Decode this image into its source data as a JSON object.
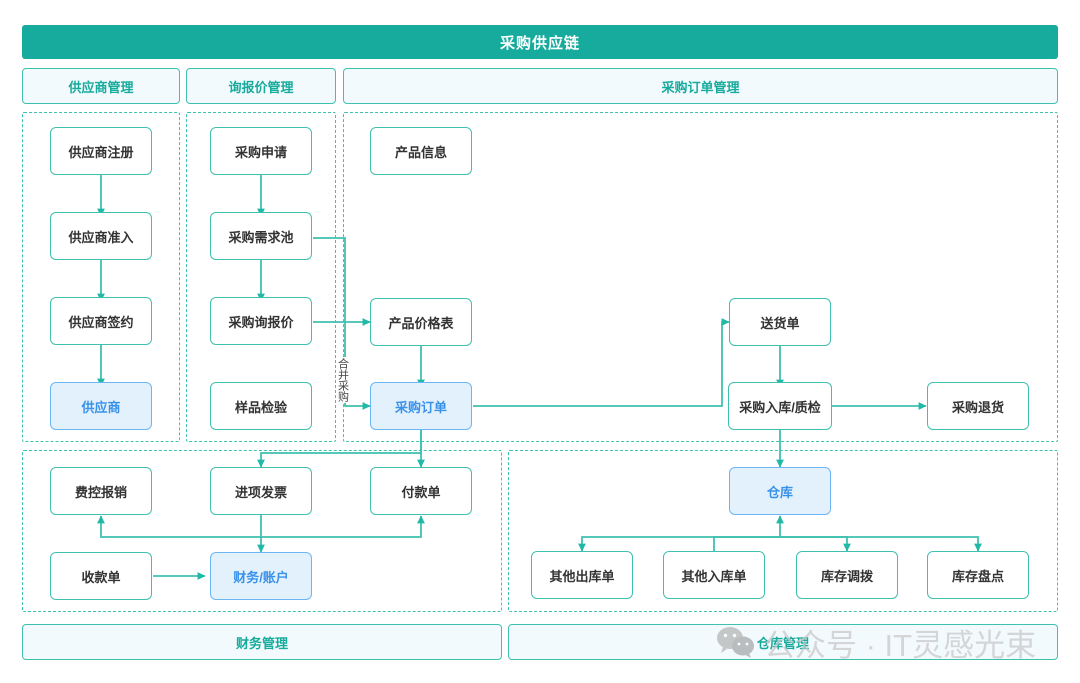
{
  "title": "采购供应链",
  "sections": [
    {
      "id": "supplier",
      "label": "供应商管理"
    },
    {
      "id": "rfq",
      "label": "询报价管理"
    },
    {
      "id": "po",
      "label": "采购订单管理"
    },
    {
      "id": "finance",
      "label": "财务管理"
    },
    {
      "id": "warehouse",
      "label": "仓库管理"
    }
  ],
  "nodes": {
    "supplier_register": "供应商注册",
    "supplier_access": "供应商准入",
    "supplier_contract": "供应商签约",
    "supplier": "供应商",
    "purchase_request": "采购申请",
    "demand_pool": "采购需求池",
    "inquiry_quote": "采购询报价",
    "sample_check": "样品检验",
    "product_info": "产品信息",
    "price_list": "产品价格表",
    "purchase_order": "采购订单",
    "delivery_note": "送货单",
    "inbound_qc": "采购入库/质检",
    "purchase_return": "采购退货",
    "expense_claim": "费控报销",
    "input_invoice": "进项发票",
    "payment_order": "付款单",
    "receipt_order": "收款单",
    "finance_account": "财务/账户",
    "warehouse": "仓库",
    "other_outbound": "其他出库单",
    "other_inbound": "其他入库单",
    "stock_transfer": "库存调拨",
    "stock_count": "库存盘点"
  },
  "edge_labels": {
    "merge_purchase": "合并采购"
  },
  "watermark": {
    "text": "公众号 · IT灵感光束",
    "icon": "wechat-icon"
  },
  "colors": {
    "brand_teal": "#16ab9c",
    "line_teal": "#3fc1b0",
    "header_fill": "#f3fafd",
    "highlight_fill": "#e3f1fd",
    "highlight_border": "#6cb6f5",
    "highlight_text": "#3a92e8",
    "node_text": "#333333",
    "title_text": "#ffffff"
  }
}
